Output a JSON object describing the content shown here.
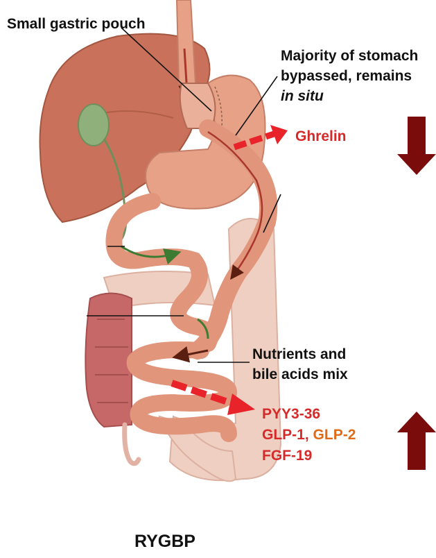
{
  "labels": {
    "small_pouch": "Small gastric pouch",
    "bypassed_line1": "Majority of stomach",
    "bypassed_line2": "bypassed, remains",
    "bypassed_line3": "in situ",
    "ghrelin": "Ghrelin",
    "nutrients_line1": "Nutrients and",
    "nutrients_line2": "bile acids mix",
    "pyy": "PYY3-36",
    "glp1": "GLP-1,",
    "glp2": "GLP-2",
    "fgf": "FGF-19",
    "title": "RYGBP"
  },
  "colors": {
    "hormone_red": "#d52a2a",
    "glp2_orange": "#e06a16",
    "indicator_arrow": "#7b0c0c",
    "liver": "#c9715a",
    "gallbladder": "#8fb07a",
    "intestine": "#e7a187",
    "colon": "#efcfc2",
    "rectum": "#c76868"
  },
  "indicators": [
    {
      "hormone": "Ghrelin",
      "direction": "down"
    },
    {
      "hormone": "PYY3-36 / GLP-1 / GLP-2 / FGF-19",
      "direction": "up"
    }
  ]
}
